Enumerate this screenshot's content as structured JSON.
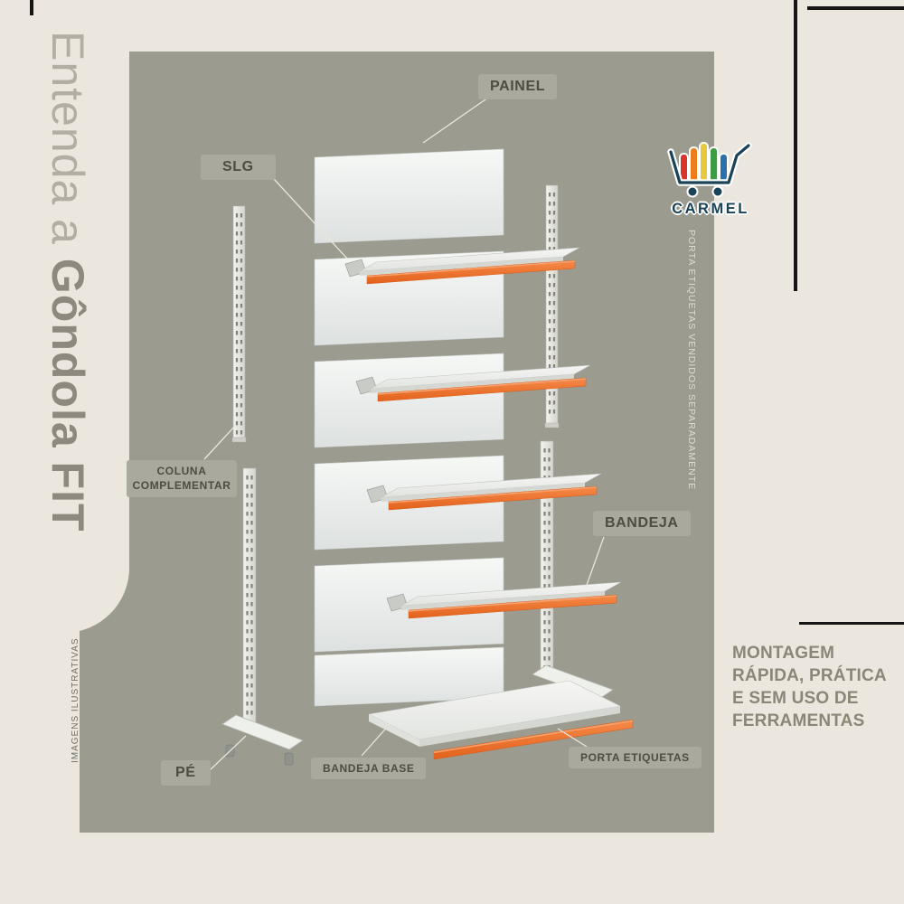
{
  "page": {
    "title_light": "Entenda a",
    "title_bold": "Gôndola FIT",
    "left_note": "IMAGENS ILUSTRATIVAS",
    "right_note": "PORTA ETIQUETAS VENDIDOS SEPARADAMENTE"
  },
  "labels": {
    "painel": "PAINEL",
    "slg": "SLG",
    "coluna_complementar": "COLUNA COMPLEMENTAR",
    "bandeja": "BANDEJA",
    "pe": "PÉ",
    "bandeja_base": "BANDEJA BASE",
    "porta_etiquetas": "PORTA ETIQUETAS"
  },
  "brand": {
    "name": "CARMEL",
    "icon": "shopping-cart-icon"
  },
  "tagline": {
    "lines": [
      "MONTAGEM",
      "RÁPIDA, PRÁTICA",
      "E SEM USO DE",
      "FERRAMENTAS"
    ]
  },
  "colors": {
    "background": "#ebe7df",
    "panel": "#9b9b8f",
    "label_bg": "#a9a99d",
    "label_text": "#4e4c44",
    "accent_orange": "#ec6f2a",
    "brand_teal": "#1b4358",
    "tagline_text": "#8c8678"
  }
}
